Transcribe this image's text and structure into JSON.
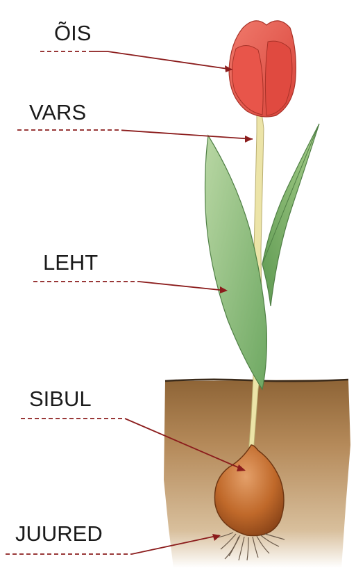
{
  "diagram": {
    "labels": [
      {
        "id": "flower",
        "text": "ÕIS"
      },
      {
        "id": "stem",
        "text": "VARS"
      },
      {
        "id": "leaf",
        "text": "LEHT"
      },
      {
        "id": "bulb",
        "text": "SIBUL"
      },
      {
        "id": "roots",
        "text": "JUURED"
      }
    ],
    "colors": {
      "leader_line": "#8b1c1c",
      "petal": "#e8554a",
      "petal_dark": "#c93a30",
      "stem": "#e9e0a0",
      "leaf": "#9cc98a",
      "leaf_dark": "#5f9a52",
      "soil": "#a97c4e",
      "bulb": "#c0692a",
      "roots": "#6b5a4a",
      "text": "#1a1a1a"
    }
  }
}
